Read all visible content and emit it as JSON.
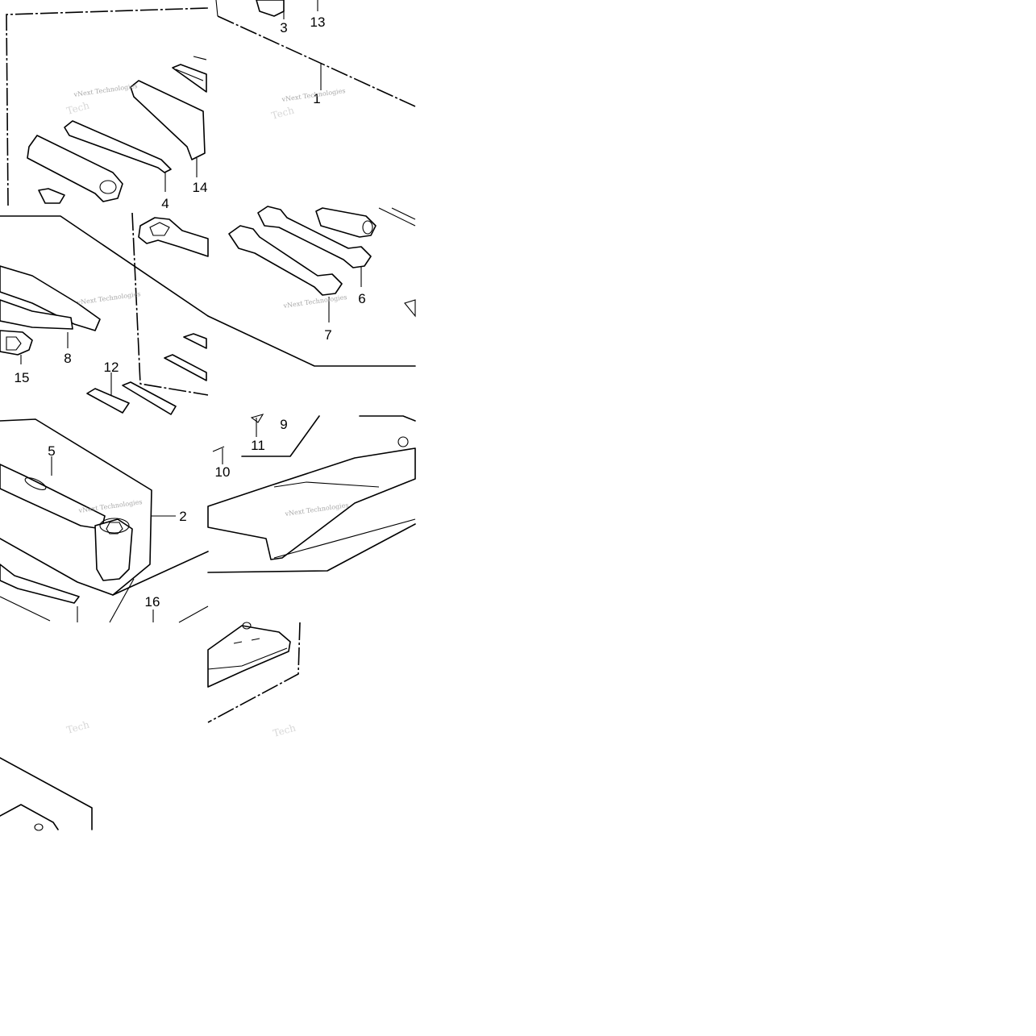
{
  "diagram": {
    "callouts": [
      "1",
      "2",
      "3",
      "4",
      "5",
      "6",
      "7",
      "8",
      "9",
      "10",
      "11",
      "12",
      "13",
      "14",
      "15",
      "16"
    ],
    "watermark": "vNext Technologies"
  }
}
